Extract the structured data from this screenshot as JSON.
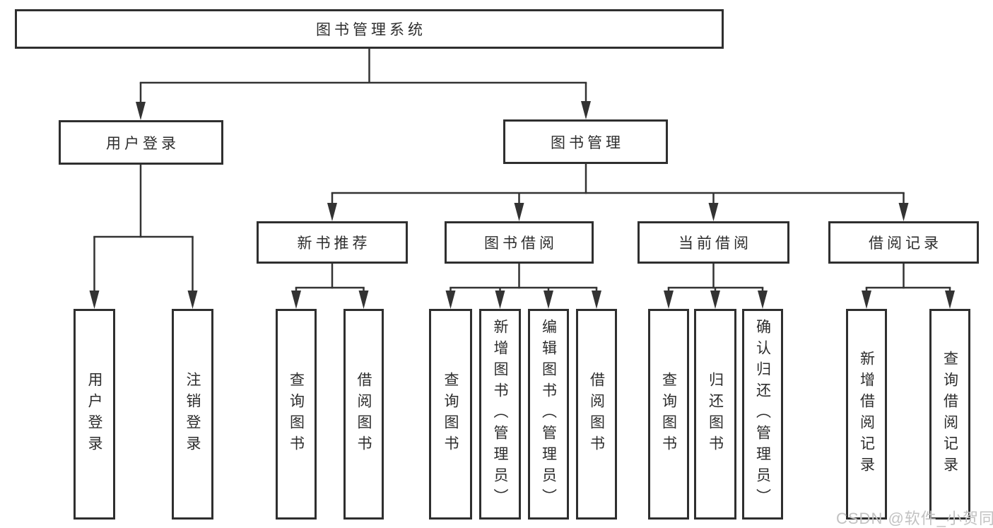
{
  "diagram": {
    "root_label": "图书管理系统",
    "user_login": {
      "label": "用户登录",
      "children": [
        "用户登录",
        "注销登录"
      ]
    },
    "book_mgmt": {
      "label": "图书管理",
      "sections": [
        {
          "label": "新书推荐",
          "children": [
            "查询图书",
            "借阅图书"
          ]
        },
        {
          "label": "图书借阅",
          "children": [
            "查询图书",
            "新增图书（管理员）",
            "编辑图书（管理员）",
            "借阅图书"
          ]
        },
        {
          "label": "当前借阅",
          "children": [
            "查询图书",
            "归还图书",
            "确认归还（管理员）"
          ]
        },
        {
          "label": "借阅记录",
          "children": [
            "新增借阅记录",
            "查询借阅记录"
          ]
        }
      ]
    }
  },
  "watermark": "CSDN @软件_小贺同学",
  "colors": {
    "line": "#333333",
    "box_border": "#2f2f2f",
    "text": "#2d2d2d",
    "watermark": "#c2c2c2"
  }
}
